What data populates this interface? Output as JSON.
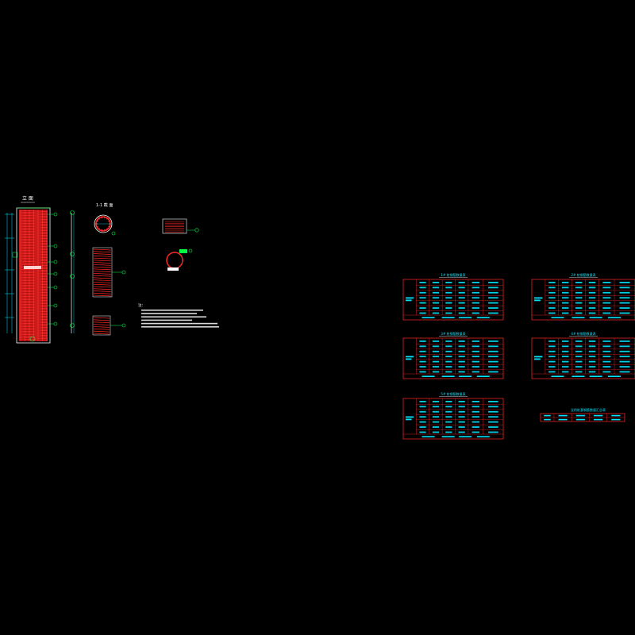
{
  "colors": {
    "background": "#000000",
    "rebar": "#ff2a2a",
    "line": "#ffffff",
    "dim": "#00e5ff",
    "note": "#ffffff",
    "table_frame": "#ff2a2a",
    "table_text": "#00e5ff",
    "accent": "#00ff44"
  },
  "drawing": {
    "elevation_title": "立 面",
    "section_title": "1-1 截 面",
    "notes_header": "注："
  },
  "tables": [
    {
      "title": "1# 桩钢筋数量表"
    },
    {
      "title": "2# 桩钢筋数量表"
    },
    {
      "title": "3# 桩钢筋数量表"
    },
    {
      "title": "4# 桩钢筋数量表"
    },
    {
      "title": "5# 桩钢筋数量表"
    },
    {
      "title": "全桥桩基钢筋数量汇总表"
    }
  ]
}
